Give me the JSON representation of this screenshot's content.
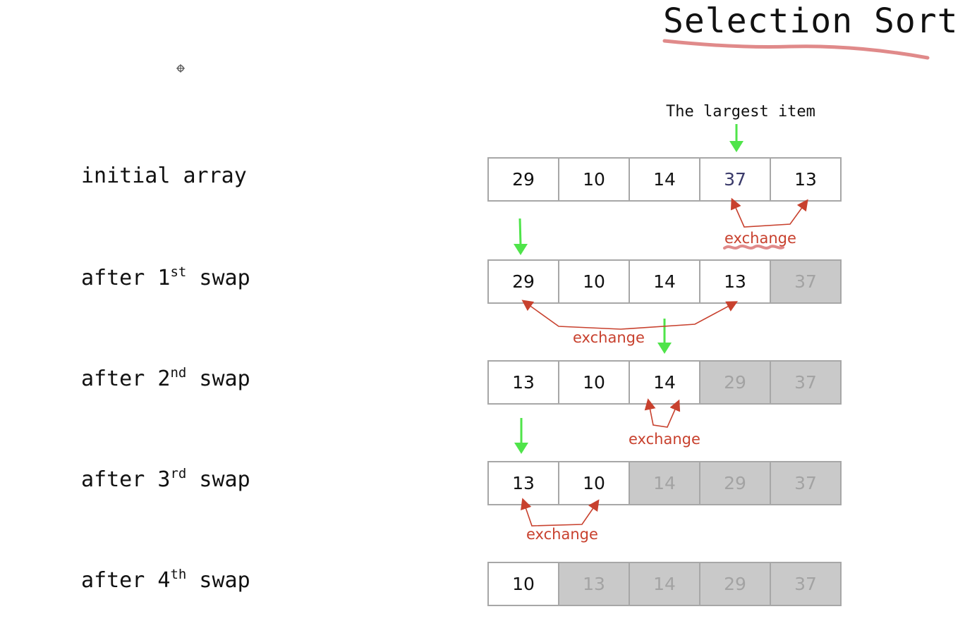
{
  "title": "Selection Sort",
  "largest_label": "The largest item",
  "rows": [
    {
      "label": "initial array",
      "ord": "",
      "values": [
        "29",
        "10",
        "14",
        "37",
        "13"
      ],
      "sorted": [
        false,
        false,
        false,
        false,
        false
      ]
    },
    {
      "label": "after 1",
      "ord": "st",
      "label_end": " swap",
      "values": [
        "29",
        "10",
        "14",
        "13",
        "37"
      ],
      "sorted": [
        false,
        false,
        false,
        false,
        true
      ]
    },
    {
      "label": "after 2",
      "ord": "nd",
      "label_end": " swap",
      "values": [
        "13",
        "10",
        "14",
        "29",
        "37"
      ],
      "sorted": [
        false,
        false,
        false,
        true,
        true
      ]
    },
    {
      "label": "after 3",
      "ord": "rd",
      "label_end": " swap",
      "values": [
        "13",
        "10",
        "14",
        "29",
        "37"
      ],
      "sorted": [
        false,
        false,
        true,
        true,
        true
      ]
    },
    {
      "label": "after 4",
      "ord": "th",
      "label_end": " swap",
      "values": [
        "10",
        "13",
        "14",
        "29",
        "37"
      ],
      "sorted": [
        false,
        true,
        true,
        true,
        true
      ]
    }
  ],
  "exchange_labels": [
    "exchange",
    "exchange",
    "exchange",
    "exchange"
  ],
  "colors": {
    "accent_red": "#c8412e",
    "arrow_green": "#4fe44a",
    "title_underline": "#e08a8a",
    "sorted_fill": "#c9c9c9"
  }
}
